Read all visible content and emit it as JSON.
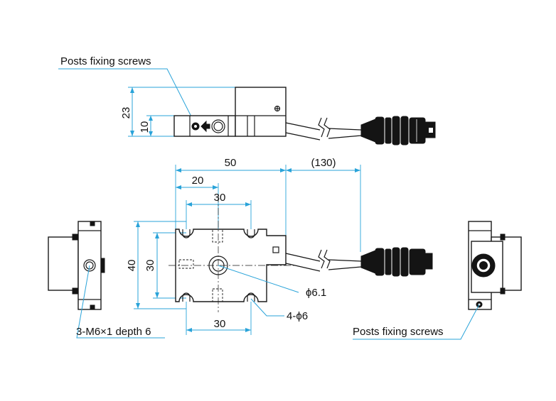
{
  "labels": {
    "posts_fixing_screws_top": "Posts fixing screws",
    "posts_fixing_screws_right": "Posts fixing screws",
    "thread_note": "3-M6×1 depth 6",
    "hole_note_center": "ϕ6.1",
    "hole_note_corner": "4-ϕ6"
  },
  "dimensions": {
    "height_23": "23",
    "height_10": "10",
    "width_50": "50",
    "cable_130": "(130)",
    "offset_20": "20",
    "pitch_30_top": "30",
    "pitch_30_bottom": "30",
    "height_40": "40",
    "pitch_30_vertical": "30"
  }
}
